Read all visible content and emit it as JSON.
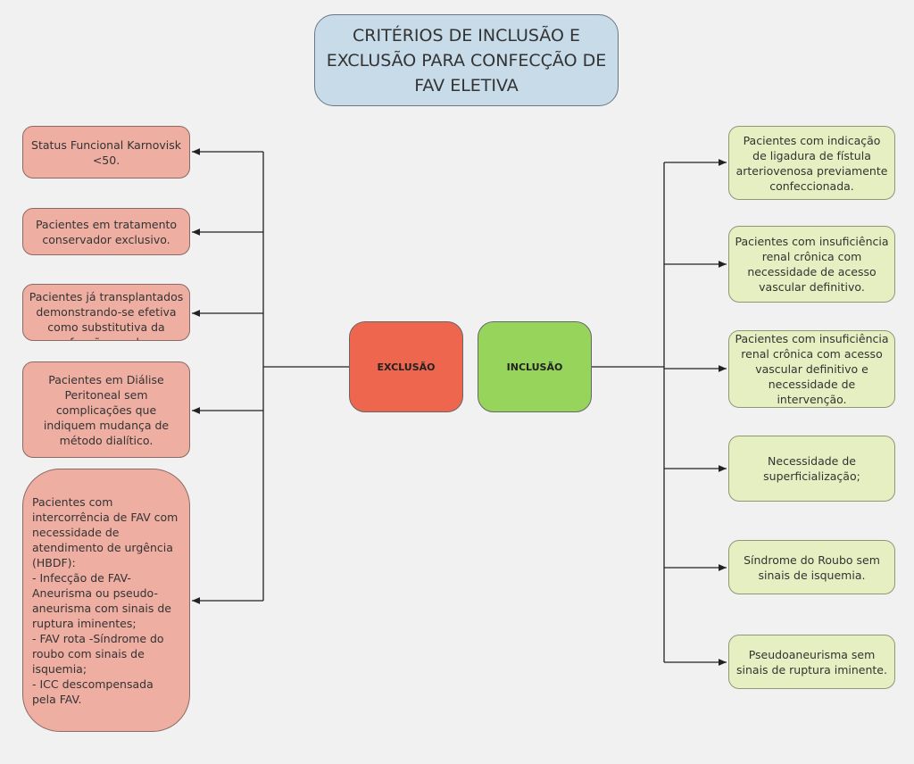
{
  "title": "CRITÉRIOS DE INCLUSÃO E EXCLUSÃO PARA CONFECÇÃO DE FAV ELETIVA",
  "exclusion": {
    "label": "EXCLUSÃO",
    "items": [
      "Status Funcional Karnovisk <50.",
      "Pacientes em tratamento conservador exclusivo.",
      "Pacientes já transplantados demonstrando-se efetiva como substitutiva da função renal.",
      "Pacientes em Diálise Peritoneal sem complicações que indiquem mudança de método dialítico.",
      "Pacientes com intercorrência de FAV com necessidade de atendimento de urgência (HBDF):\n- Infecção de FAV- Aneurisma ou  pseudo-aneurisma com sinais de ruptura iminentes;\n- FAV rota -Síndrome do roubo com sinais de isquemia;\n- ICC descompensada pela FAV."
    ]
  },
  "inclusion": {
    "label": "INCLUSÃO",
    "items": [
      "Pacientes com indicação de ligadura de fístula arteriovenosa previamente confeccionada.",
      "Pacientes com insuficiência renal crônica com necessidade de acesso vascular  definitivo.",
      "Pacientes com insuficiência renal crônica com acesso vascular definitivo e necessidade de intervenção.",
      "Necessidade de superficialização;",
      "Síndrome do Roubo sem sinais de isquemia.",
      "Pseudoaneurisma sem sinais de ruptura iminente."
    ]
  }
}
